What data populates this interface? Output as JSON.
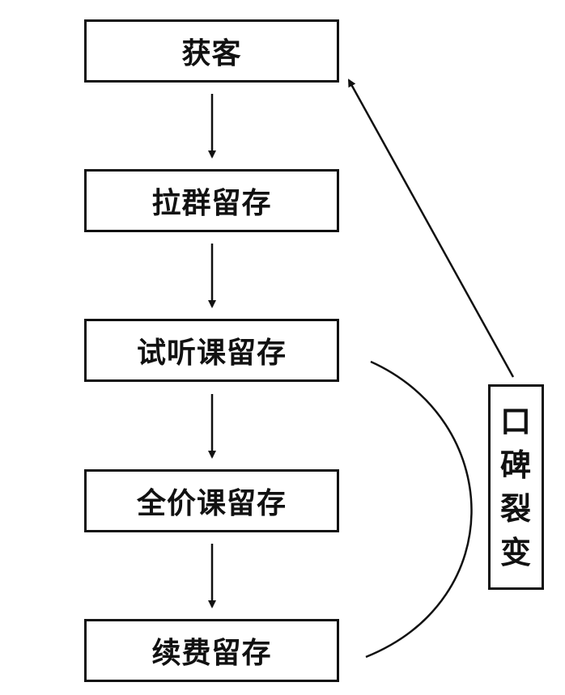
{
  "flow": {
    "stages": [
      {
        "label": "获客"
      },
      {
        "label": "拉群留存"
      },
      {
        "label": "试听课留存"
      },
      {
        "label": "全价课留存"
      },
      {
        "label": "续费留存"
      }
    ]
  },
  "side": {
    "chars": [
      "口",
      "碑",
      "裂",
      "变"
    ]
  },
  "colors": {
    "stroke": "#111111",
    "background": "#ffffff"
  }
}
